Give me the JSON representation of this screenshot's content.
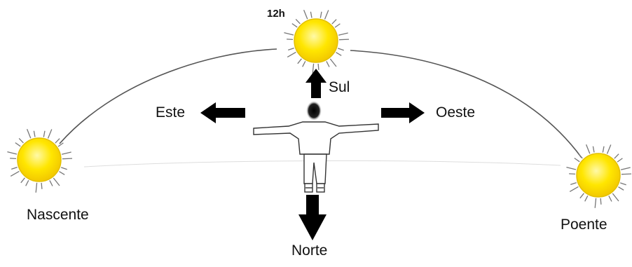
{
  "labels": {
    "noon": "12h",
    "south": "Sul",
    "east": "Este",
    "west": "Oeste",
    "north": "Norte",
    "sunrise": "Nascente",
    "sunset": "Poente"
  },
  "colors": {
    "sun_fill": "#ffe600",
    "sun_edge": "#e3c000",
    "ray": "#777777",
    "arc": "#555555",
    "arrow": "#000000",
    "person_line": "#333333"
  },
  "icons": {
    "sun": "sun-icon",
    "arrow": "arrow-icon",
    "person": "person-icon"
  }
}
